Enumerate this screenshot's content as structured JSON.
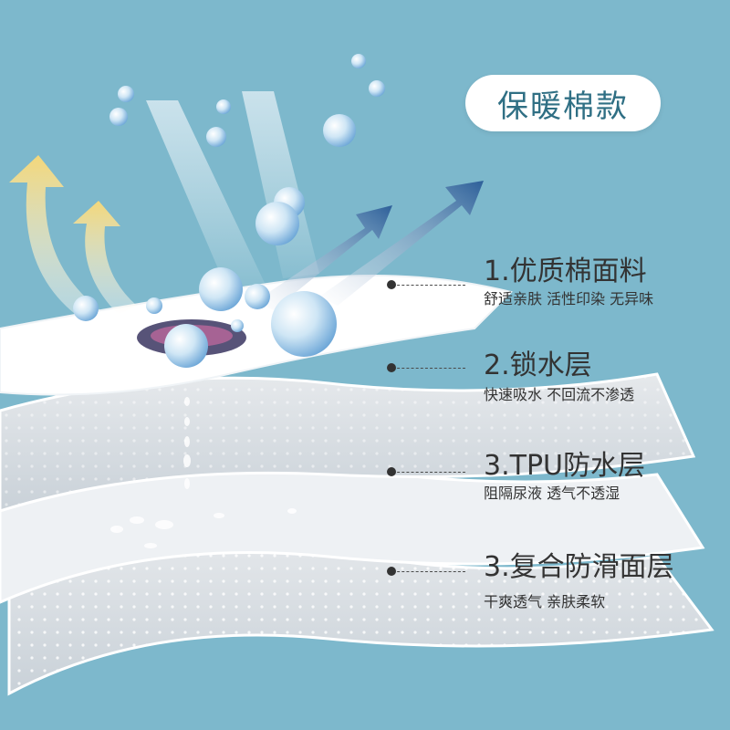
{
  "badge": {
    "label": "保暖棉款"
  },
  "features": [
    {
      "title": "1.优质棉面料",
      "description": "舒适亲肤 活性印染 无异味"
    },
    {
      "title": "2.锁水层",
      "description": "快速吸水 不回流不渗透"
    },
    {
      "title": "3.TPU防水层",
      "description": "阻隔尿液 透气不透湿"
    },
    {
      "title": "3.复合防滑面层",
      "description": "干爽透气 亲肤柔软"
    }
  ],
  "colors": {
    "background": "#7db8cc",
    "badge_text": "#2f6f84",
    "warm_arrow": "#f3d77a",
    "cool_arrow": "#3a6fa8",
    "text": "#333333"
  },
  "icons": [
    "warm-air-arrow-icon",
    "cool-air-arrow-icon",
    "water-droplet-icon",
    "leader-dot-icon"
  ]
}
